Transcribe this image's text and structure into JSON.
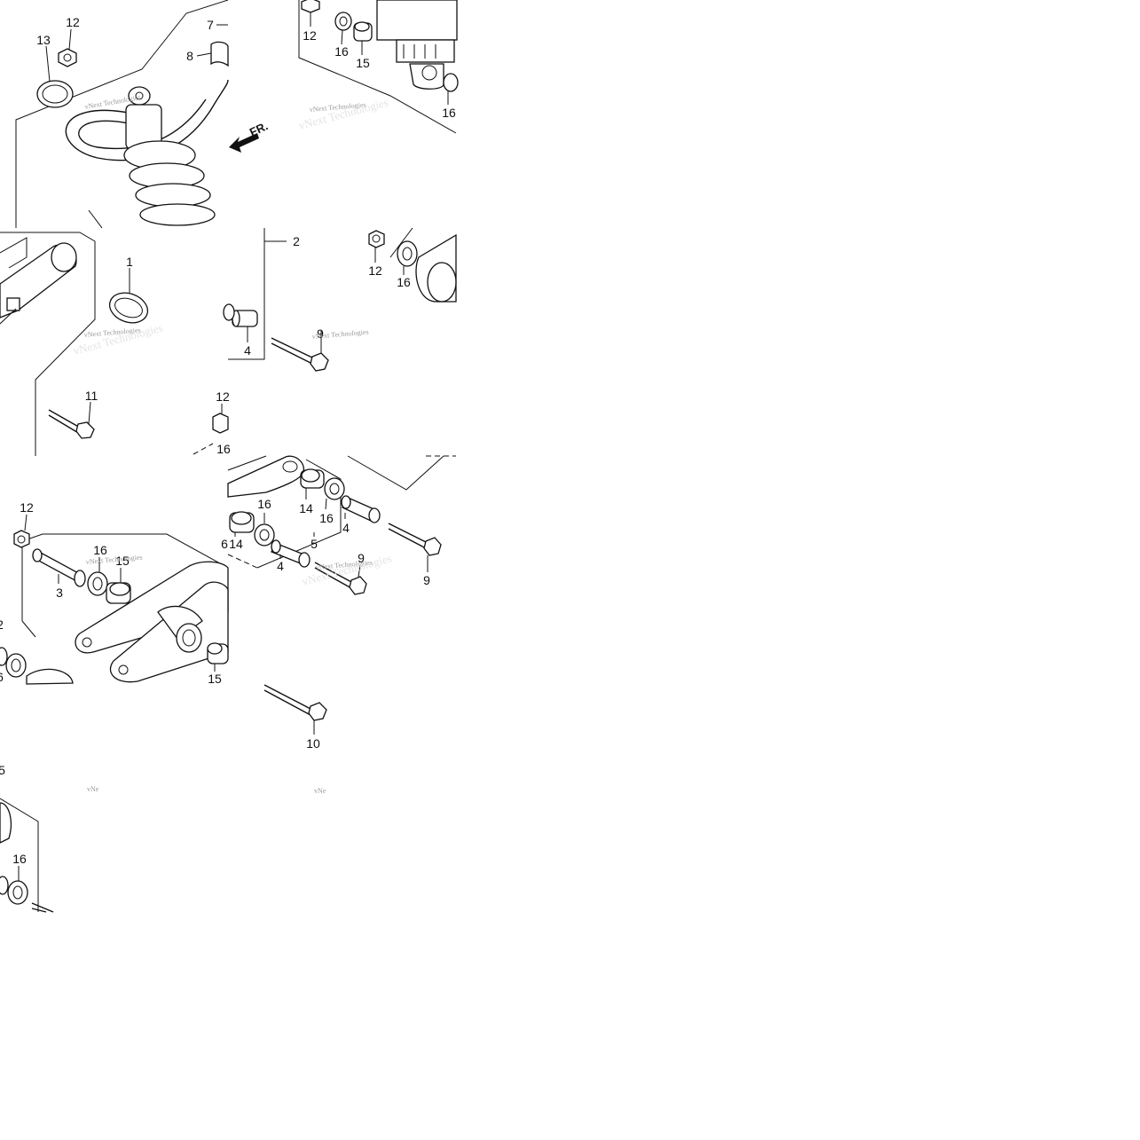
{
  "diagram": {
    "direction_label": "FR.",
    "watermark_text": "vNext Technologies",
    "watermark_fragment": "vNe",
    "callouts": {
      "a12": "12",
      "a13": "13",
      "a7": "7",
      "a8": "8",
      "b12": "12",
      "b16": "16",
      "b15": "15",
      "b16r": "16",
      "c1": "1",
      "c11": "11",
      "c12": "12",
      "c16": "16",
      "d2": "2",
      "d4": "4",
      "d9": "9",
      "d12": "12",
      "d16": "16",
      "e12": "12",
      "e16": "16",
      "e15": "15",
      "e3": "3",
      "e6": "6",
      "e2": "2",
      "e6b": "6",
      "e15b": "15",
      "f16": "16",
      "f14a": "14",
      "f16b": "16",
      "f14b": "14",
      "f4a": "4",
      "f5": "5",
      "f4b": "4",
      "f9a": "9",
      "f9b": "9",
      "g10": "10",
      "h16": "16",
      "h5": "5"
    }
  },
  "colors": {
    "line": "#111111",
    "background": "#ffffff",
    "watermark": "#9a9a9a"
  }
}
